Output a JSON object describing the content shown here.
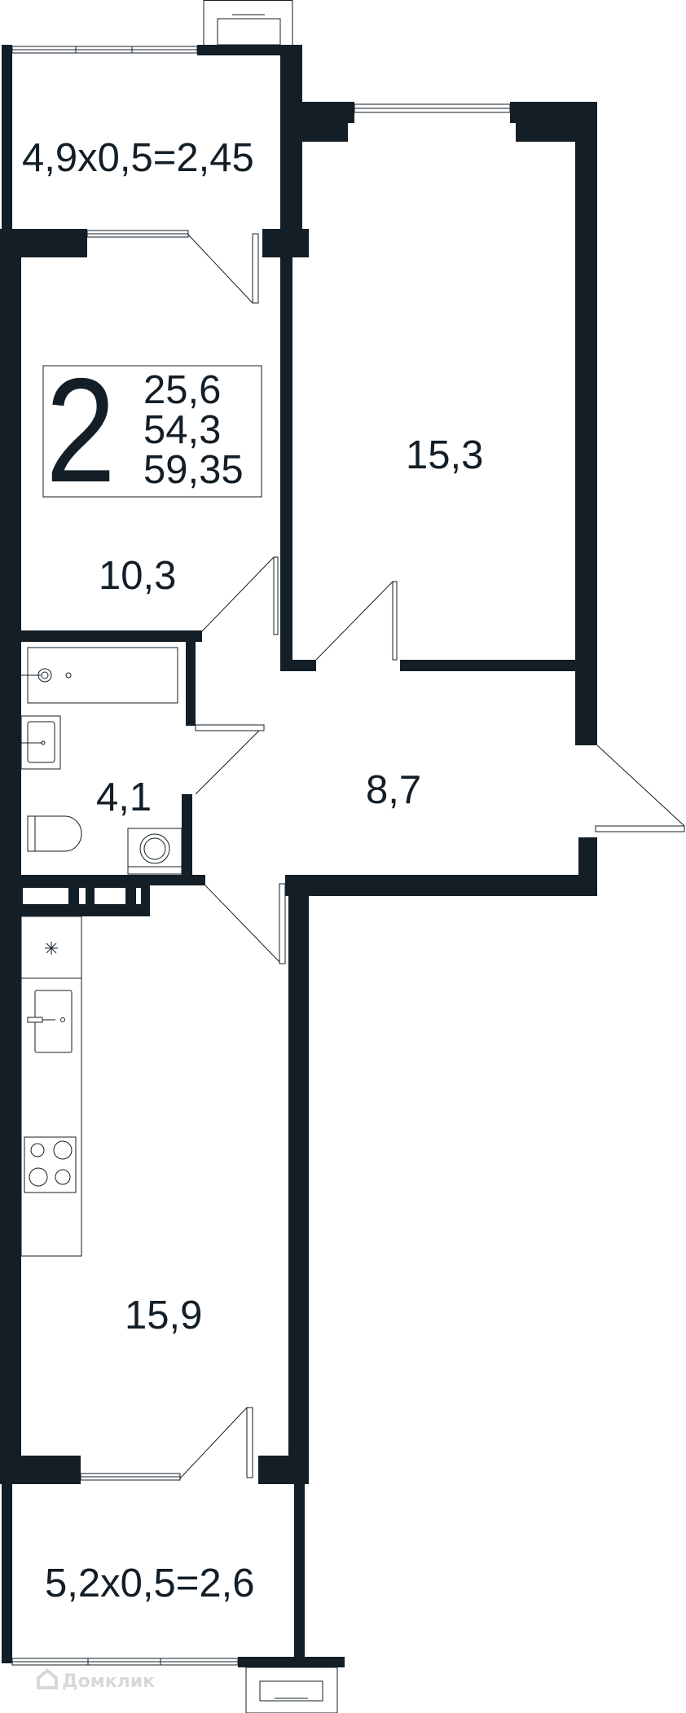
{
  "plan": {
    "rooms_count": "2",
    "living_area": "25,6",
    "total_area": "54,3",
    "total_with_balconies": "59,35"
  },
  "rooms": {
    "balcony_top": "4,9x0,5=2,45",
    "bedroom": "15,3",
    "living_room": "10,3",
    "bathroom": "4,1",
    "hall": "8,7",
    "kitchen": "15,9",
    "balcony_bottom": "5,2x0,5=2,6"
  },
  "watermark": "Домклик",
  "colors": {
    "wall": "#131e26"
  }
}
